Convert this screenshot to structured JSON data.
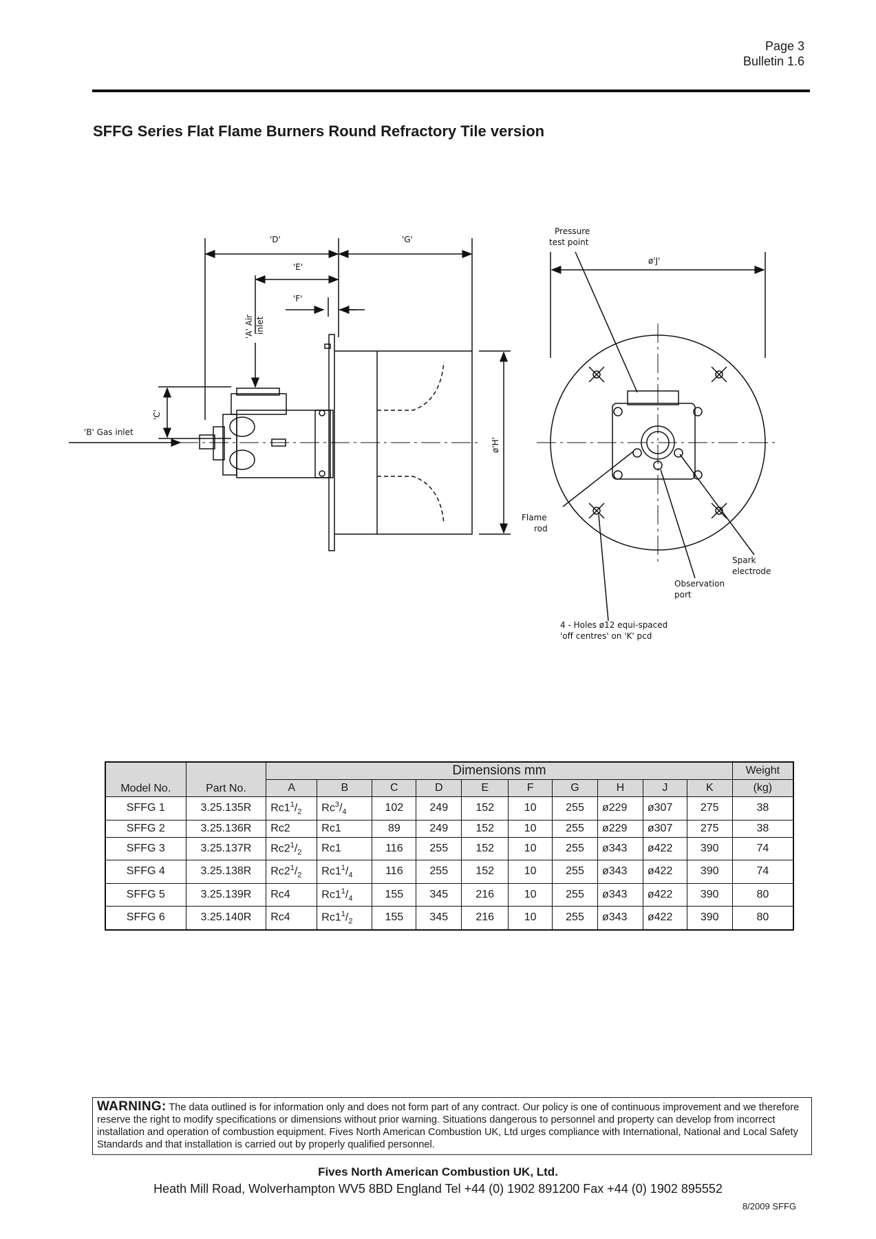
{
  "header": {
    "page": "Page 3",
    "bulletin": "Bulletin 1.6"
  },
  "title": "SFFG Series Flat Flame Burners Round Refractory Tile version",
  "drawing": {
    "labels": {
      "D": "'D'",
      "G": "'G'",
      "E": "'E'",
      "F": "'F'",
      "A_line1": "'A' Air",
      "A_line2": "inlet",
      "C": "'C'",
      "B": "'B' Gas inlet",
      "H": "ø'H'",
      "J": "ø'J'",
      "pressure_1": "Pressure",
      "pressure_2": "test point",
      "flame_1": "Flame",
      "flame_2": "rod",
      "spark_1": "Spark",
      "spark_2": "electrode",
      "obs_1": "Observation",
      "obs_2": "port",
      "holes_1": "4 - Holes ø12 equi-spaced",
      "holes_2": "'off centres' on  'K' pcd"
    }
  },
  "table": {
    "group_header": "Dimensions mm",
    "weight_header": "Weight",
    "weight_unit": "(kg)",
    "col_model": "Model No.",
    "col_part": "Part No.",
    "dim_cols": [
      "A",
      "B",
      "C",
      "D",
      "E",
      "F",
      "G",
      "H",
      "J",
      "K"
    ],
    "rows": [
      {
        "model": "SFFG 1",
        "part": "3.25.135R",
        "A": "Rc11/2",
        "B": "Rc3/4",
        "C": "102",
        "D": "249",
        "E": "152",
        "F": "10",
        "G": "255",
        "H": "ø229",
        "J": "ø307",
        "K": "275",
        "W": "38"
      },
      {
        "model": "SFFG 2",
        "part": "3.25.136R",
        "A": "Rc2",
        "B": "Rc1",
        "C": "89",
        "D": "249",
        "E": "152",
        "F": "10",
        "G": "255",
        "H": "ø229",
        "J": "ø307",
        "K": "275",
        "W": "38"
      },
      {
        "model": "SFFG 3",
        "part": "3.25.137R",
        "A": "Rc21/2",
        "B": "Rc1",
        "C": "116",
        "D": "255",
        "E": "152",
        "F": "10",
        "G": "255",
        "H": "ø343",
        "J": "ø422",
        "K": "390",
        "W": "74"
      },
      {
        "model": "SFFG 4",
        "part": "3.25.138R",
        "A": "Rc21/2",
        "B": "Rc11/4",
        "C": "116",
        "D": "255",
        "E": "152",
        "F": "10",
        "G": "255",
        "H": "ø343",
        "J": "ø422",
        "K": "390",
        "W": "74"
      },
      {
        "model": "SFFG 5",
        "part": "3.25.139R",
        "A": "Rc4",
        "B": "Rc11/4",
        "C": "155",
        "D": "345",
        "E": "216",
        "F": "10",
        "G": "255",
        "H": "ø343",
        "J": "ø422",
        "K": "390",
        "W": "80"
      },
      {
        "model": "SFFG 6",
        "part": "3.25.140R",
        "A": "Rc4",
        "B": "Rc11/2",
        "C": "155",
        "D": "345",
        "E": "216",
        "F": "10",
        "G": "255",
        "H": "ø343",
        "J": "ø422",
        "K": "390",
        "W": "80"
      }
    ]
  },
  "warning": {
    "label": "WARNING:",
    "text": "The data outlined is for information only and does not form part of any contract. Our policy is one of continuous improvement and we therefore reserve the right to modify specifications or dimensions without prior warning. Situations dangerous to personnel and property can develop from incorrect installation and operation of combustion equipment. Fives North American Combustion UK, Ltd urges compliance with International, National and Local Safety Standards and that installation is carried out by properly qualified personnel."
  },
  "footer": {
    "company": "Fives North American Combustion UK, Ltd.",
    "address": "Heath Mill Road, Wolverhampton WV5 8BD England   Tel +44 (0) 1902 891200   Fax +44 (0) 1902 895552",
    "date_code": "8/2009 SFFG"
  }
}
